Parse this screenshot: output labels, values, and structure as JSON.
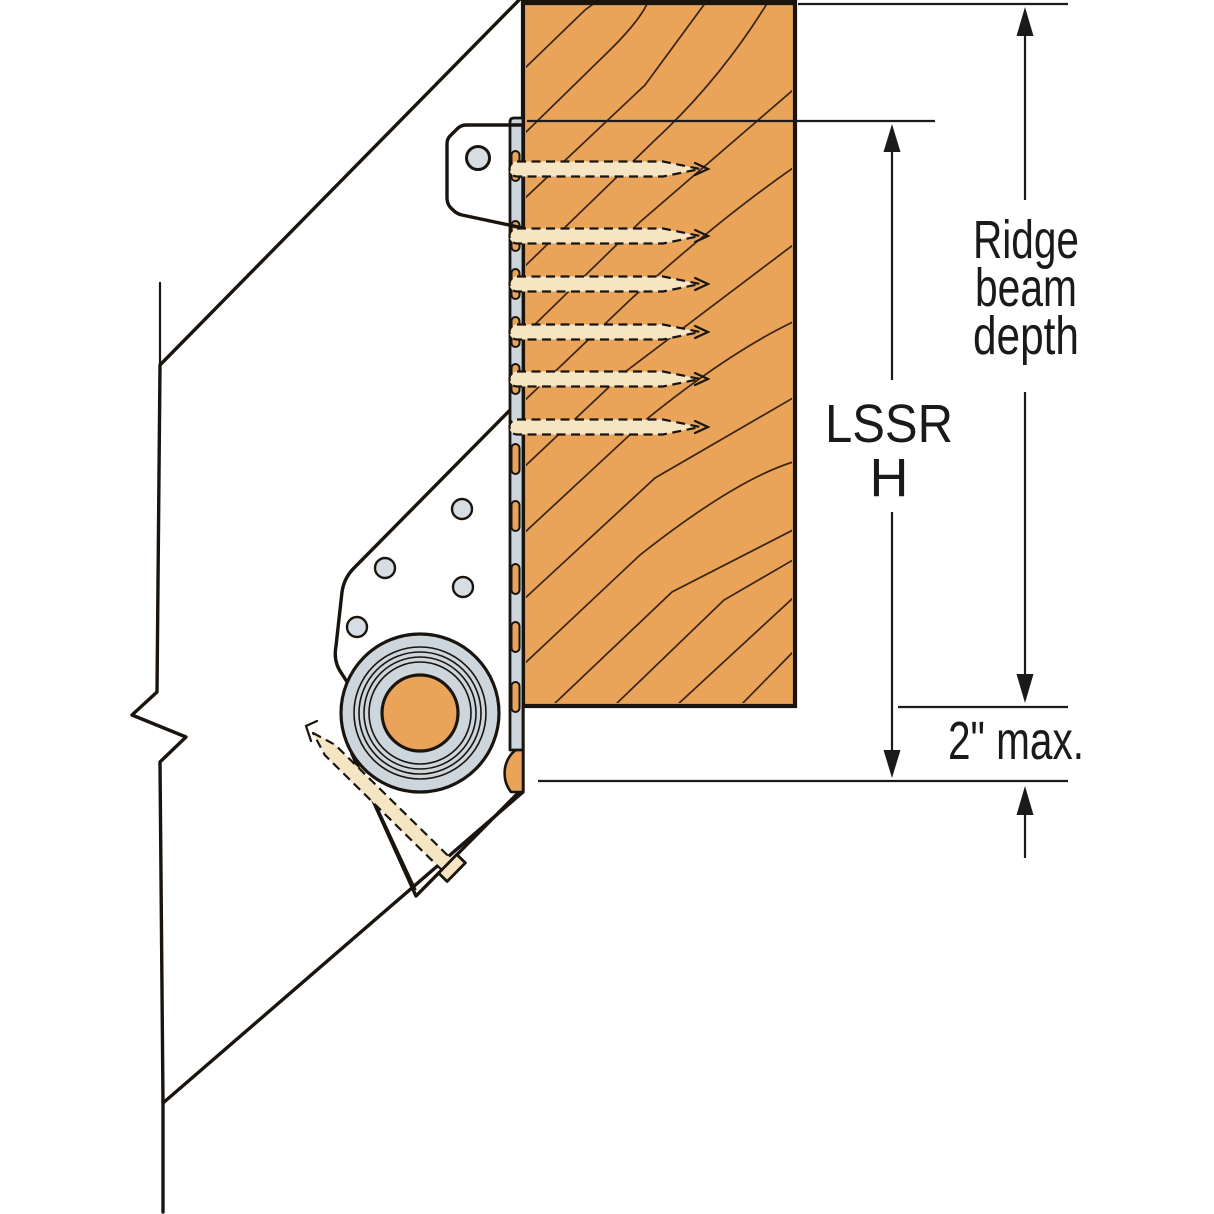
{
  "annotations": {
    "ridge_beam_depth": {
      "lines": [
        "Ridge",
        "beam",
        "depth"
      ]
    },
    "lssr_height": {
      "lines": [
        "LSSR",
        "H"
      ]
    },
    "seat_offset": {
      "label": "2\" max."
    }
  },
  "colors": {
    "background": "#FFFFFF",
    "wood": "#E9A45A",
    "screw_wood": "#F6E5C3",
    "metal": "#CDD6DD",
    "metal_light": "#D6DDE3",
    "outline": "#1A140E",
    "grain": "#3A2412",
    "dim": "#1A1A1A"
  }
}
